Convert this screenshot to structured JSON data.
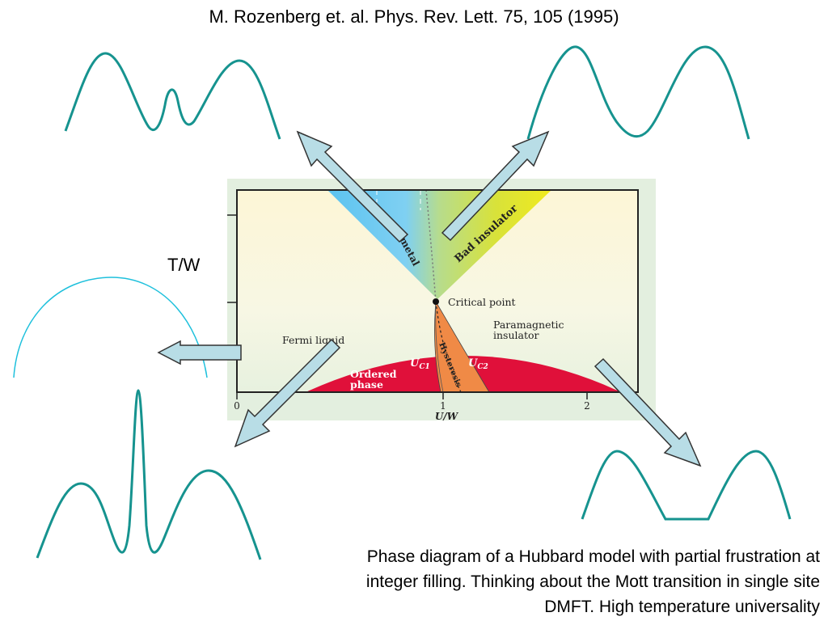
{
  "citation": "M. Rozenberg et. al.  Phys. Rev. Lett. 75, 105 (1995)",
  "side_label": "T/W",
  "diagram": {
    "regions": {
      "metal": "metal",
      "bad_insulator": "Bad insulator",
      "critical_point": "Critical point",
      "paramagnetic_line1": "Paramagnetic",
      "paramagnetic_line2": "insulator",
      "fermi_liquid": "Fermi liquid",
      "hysteresis": "Hysteresis",
      "ordered_line1": "Ordered",
      "ordered_line2": "phase",
      "uc1": "U",
      "uc1_sub": "C1",
      "uc2": "U",
      "uc2_sub": "C2"
    },
    "x_axis": {
      "label": "U/W",
      "ticks": [
        "0",
        "1",
        "2"
      ]
    },
    "colors": {
      "curve": "#16938f",
      "arrow_fill": "#b8dde6",
      "ordered": "#e0103a",
      "metal": "#6cc8ee",
      "bad_insulator": "#e6e62a",
      "hysteresis": "#f08a46"
    }
  },
  "caption": {
    "line1": "Phase diagram of a Hubbard model with partial frustration at",
    "line2": "integer filling.  Thinking about the Mott transition in single site",
    "line3": "DMFT. High temperature universality"
  }
}
